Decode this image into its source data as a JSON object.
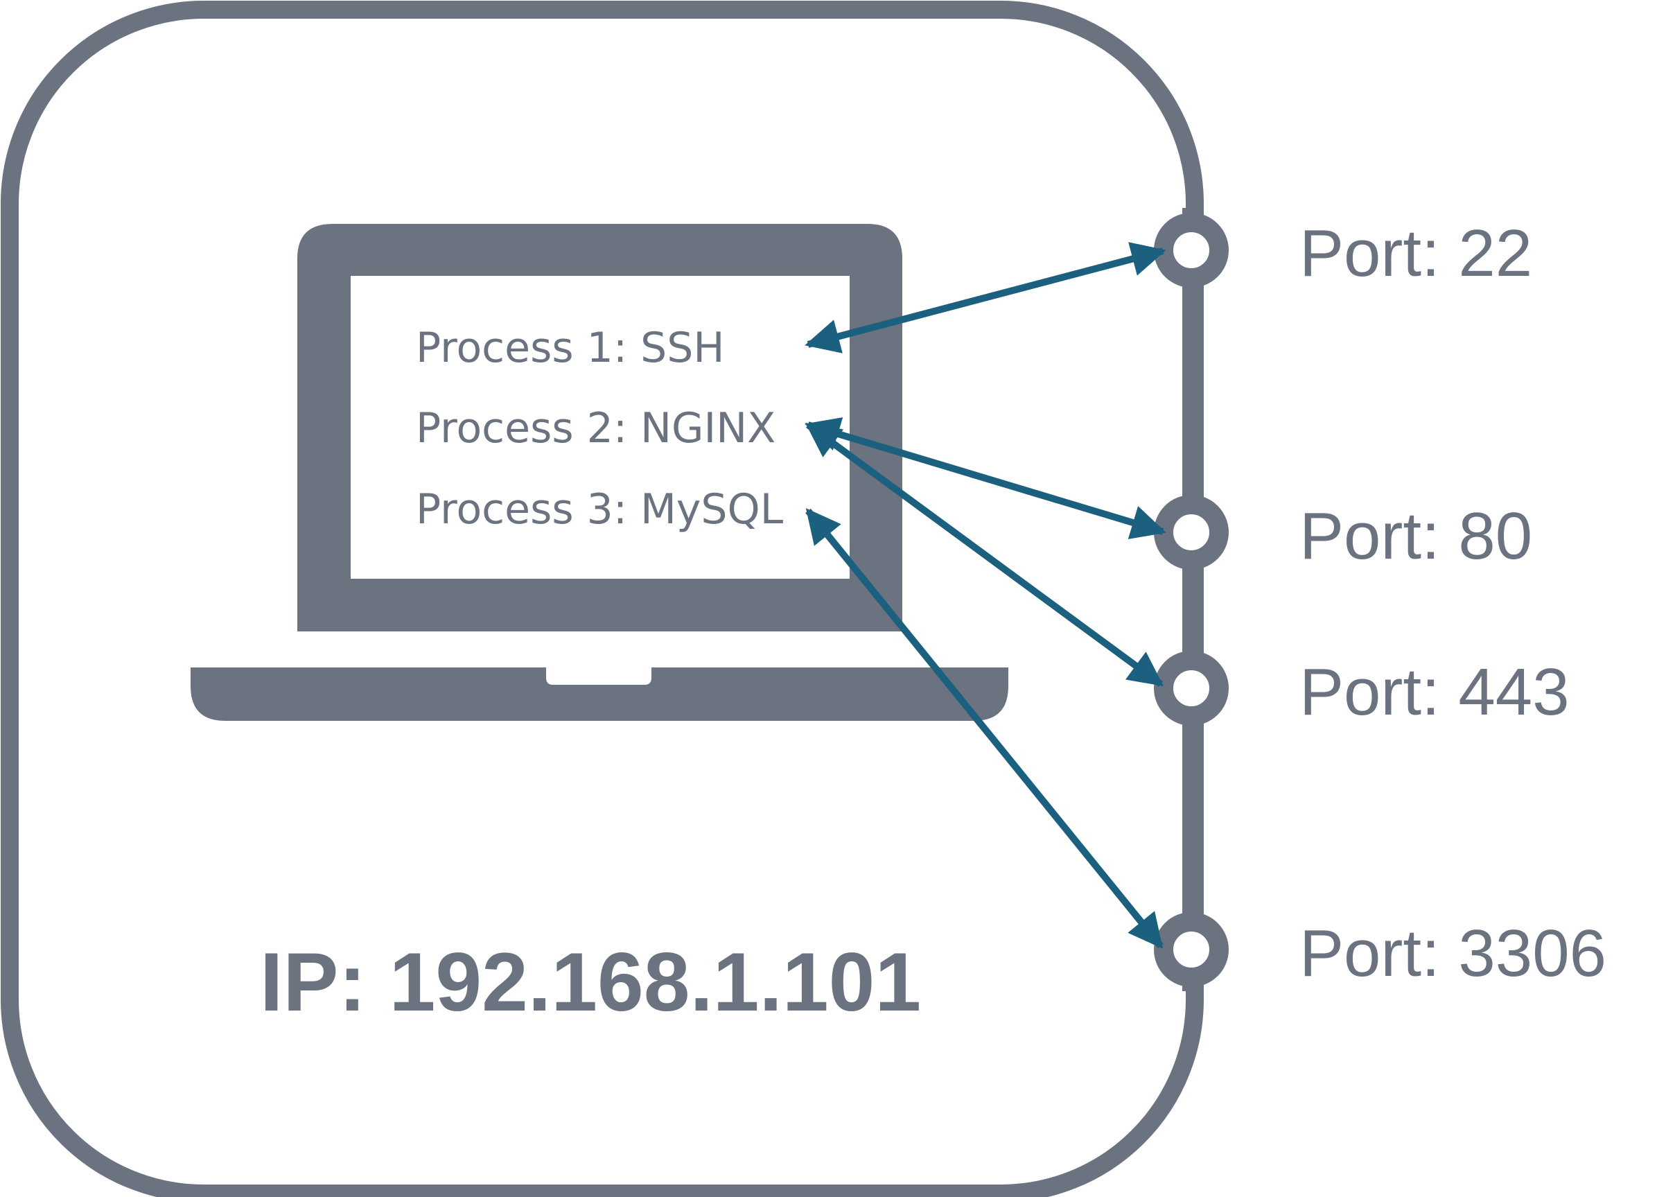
{
  "colors": {
    "frame": "#6b7280",
    "arrow": "#1c6080",
    "background": "#ffffff"
  },
  "host": {
    "icon": "laptop-icon",
    "ip_label": "IP: 192.168.1.101"
  },
  "processes": [
    {
      "label": "Process 1: SSH"
    },
    {
      "label": "Process 2: NGINX"
    },
    {
      "label": "Process 3: MySQL"
    }
  ],
  "ports": [
    {
      "label": "Port: 22"
    },
    {
      "label": "Port: 80"
    },
    {
      "label": "Port: 443"
    },
    {
      "label": "Port: 3306"
    }
  ],
  "connections": [
    {
      "process": 0,
      "port": 0
    },
    {
      "process": 1,
      "port": 1
    },
    {
      "process": 1,
      "port": 2
    },
    {
      "process": 2,
      "port": 3
    }
  ]
}
